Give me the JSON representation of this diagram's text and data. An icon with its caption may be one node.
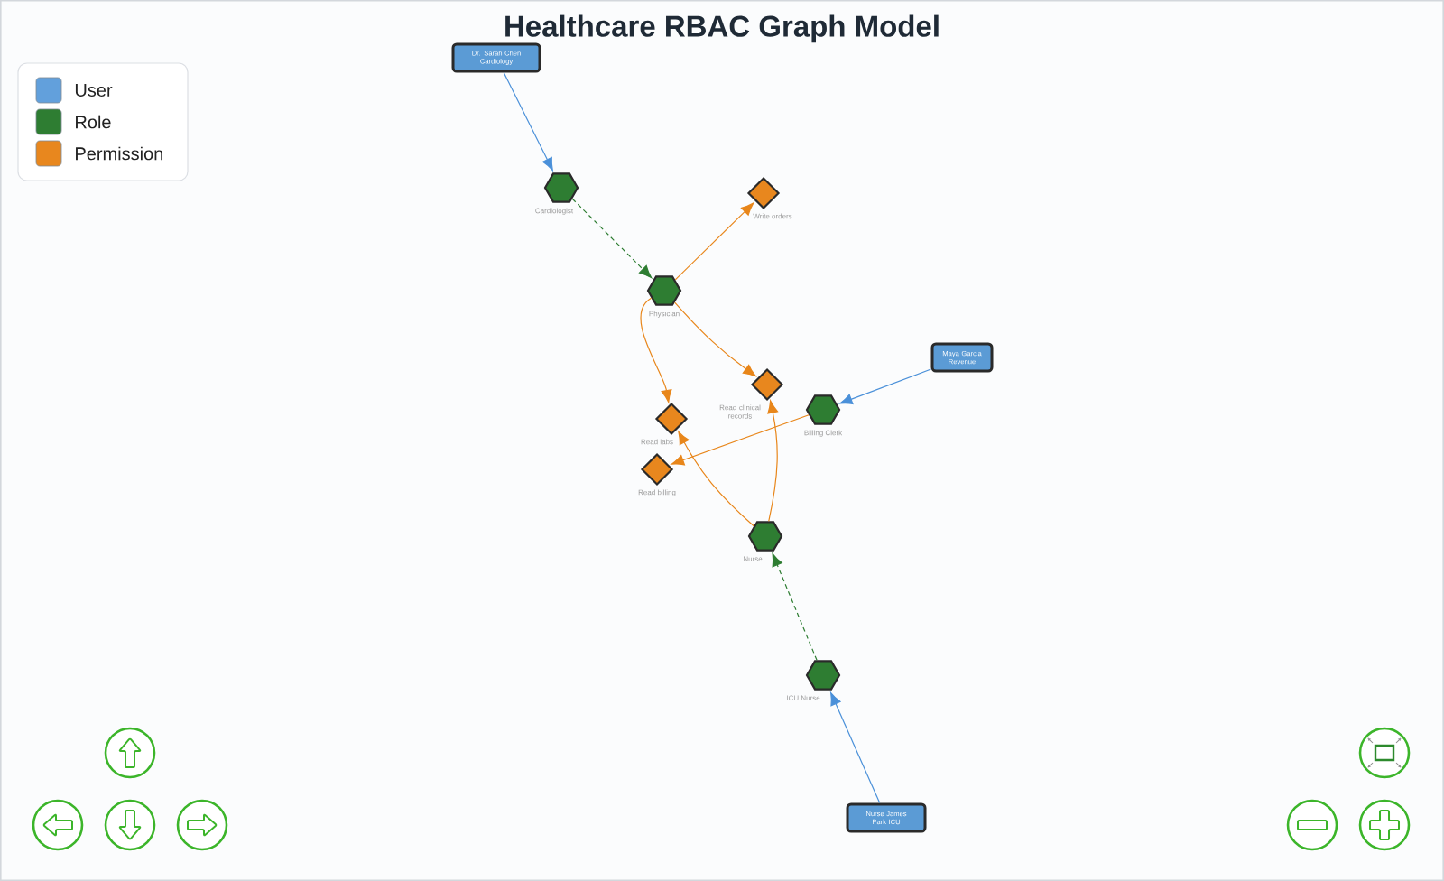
{
  "diagram": {
    "title": "Healthcare RBAC Graph Model",
    "nodes": [
      {
        "text": [
          "Dr. Sarah Chen Cardiology"
        ]
      },
      {
        "text": [
          "Cardiologist"
        ]
      },
      {
        "text": [
          "Write orders"
        ]
      },
      {
        "text": [
          "Physician"
        ]
      },
      {
        "text": [
          "Maya Garcia Revenue"
        ]
      },
      {
        "text": [
          "Read clinical records"
        ]
      },
      {
        "text": [
          "Billing Clerk"
        ]
      },
      {
        "text": [
          "Read labs"
        ]
      },
      {
        "text": [
          "Read billing"
        ]
      },
      {
        "text": [
          "Nurse"
        ]
      },
      {
        "text": [
          "ICU Nurse"
        ]
      },
      {
        "text": [
          "Nurse James Park ICU"
        ]
      }
    ],
    "edges": [
      {
        "from": 0,
        "to": 1,
        "arrow": "to",
        "color": "#4a90d9"
      },
      {
        "from": 1,
        "to": 3,
        "arrow": "to",
        "style": "dashed",
        "color": "#2e7d32"
      },
      {
        "from": 3,
        "to": 2,
        "arrow": "to"
      },
      {
        "from": 3,
        "to": 5,
        "arrow": "to"
      },
      {
        "from": 3,
        "to": 7,
        "arrow": "to"
      },
      {
        "from": 4,
        "to": 6,
        "arrow": "to",
        "color": "#4a90d9"
      },
      {
        "from": 6,
        "to": 8,
        "arrow": "to"
      },
      {
        "from": 9,
        "to": 7,
        "arrow": "to"
      },
      {
        "from": 9,
        "to": 5,
        "arrow": "to"
      },
      {
        "from": 10,
        "to": 9,
        "arrow": "to",
        "style": "dashed",
        "color": "#2e7d32"
      },
      {
        "from": 11,
        "to": 10,
        "arrow": "to",
        "color": "#4a90d9"
      }
    ],
    "legend": [
      {
        "text": "User",
        "color": "#62a0dc"
      },
      {
        "text": "Role",
        "color": "#2e7d32"
      },
      {
        "text": "Permission",
        "color": "#e8871e"
      }
    ]
  }
}
